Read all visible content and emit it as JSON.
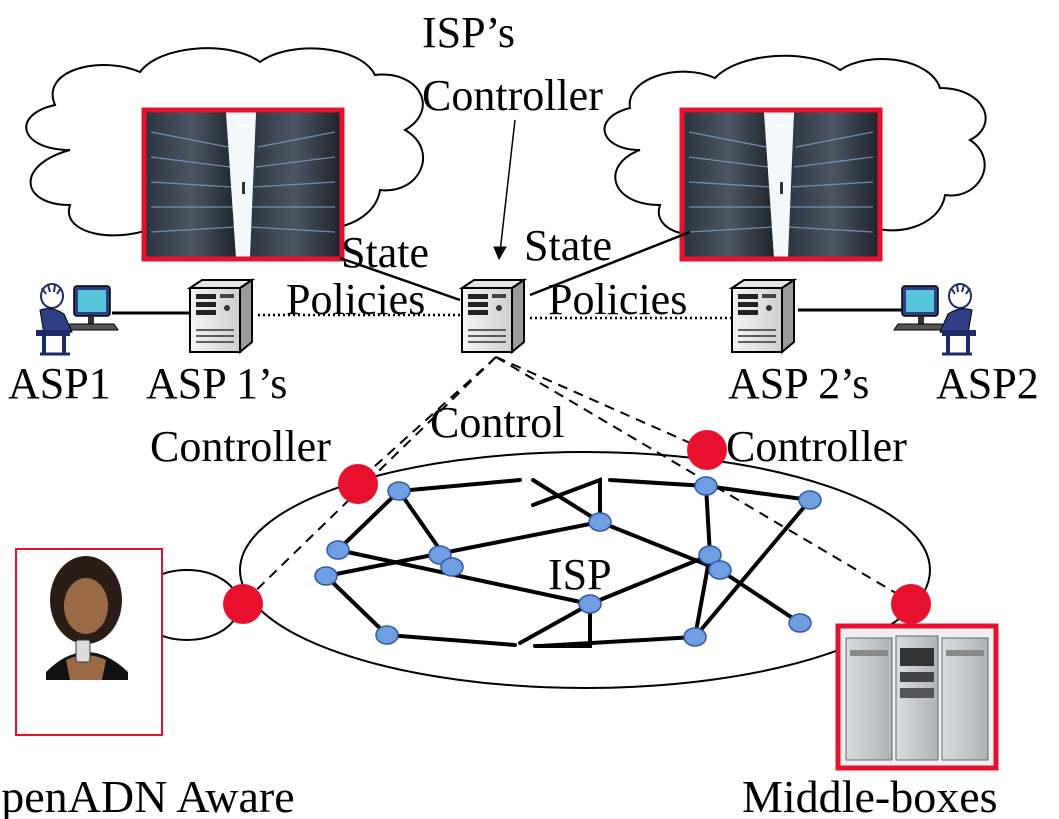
{
  "labels": {
    "isp_controller_line1": "ISP’s",
    "isp_controller_line2": "Controller",
    "state_left": "State",
    "policies_left": "Policies",
    "state_right": "State",
    "policies_right": "Policies",
    "asp1": "ASP1",
    "asp1_controller_line1": "ASP 1’s",
    "asp1_controller_line2": "Controller",
    "asp2_controller_line1": "ASP 2’s",
    "asp2_controller_line2": "Controller",
    "asp2": "ASP2",
    "control": "Control",
    "isp": "ISP",
    "openadn_aware": "OpenADN Aware",
    "middle_boxes": "Middle-boxes"
  },
  "colors": {
    "highlight_red": "#e8112d",
    "router_blue": "#6f9fe0",
    "router_stroke": "#2f5aa8",
    "line_black": "#000000"
  },
  "icons": {
    "datacenter": "server-rack-photo-icon",
    "controller": "server-tower-icon",
    "user": "user-at-computer-icon",
    "phone_user": "woman-with-phone-icon",
    "middlebox": "equipment-rack-photo-icon",
    "node": "router-node-icon",
    "attachment": "attachment-point-icon"
  }
}
